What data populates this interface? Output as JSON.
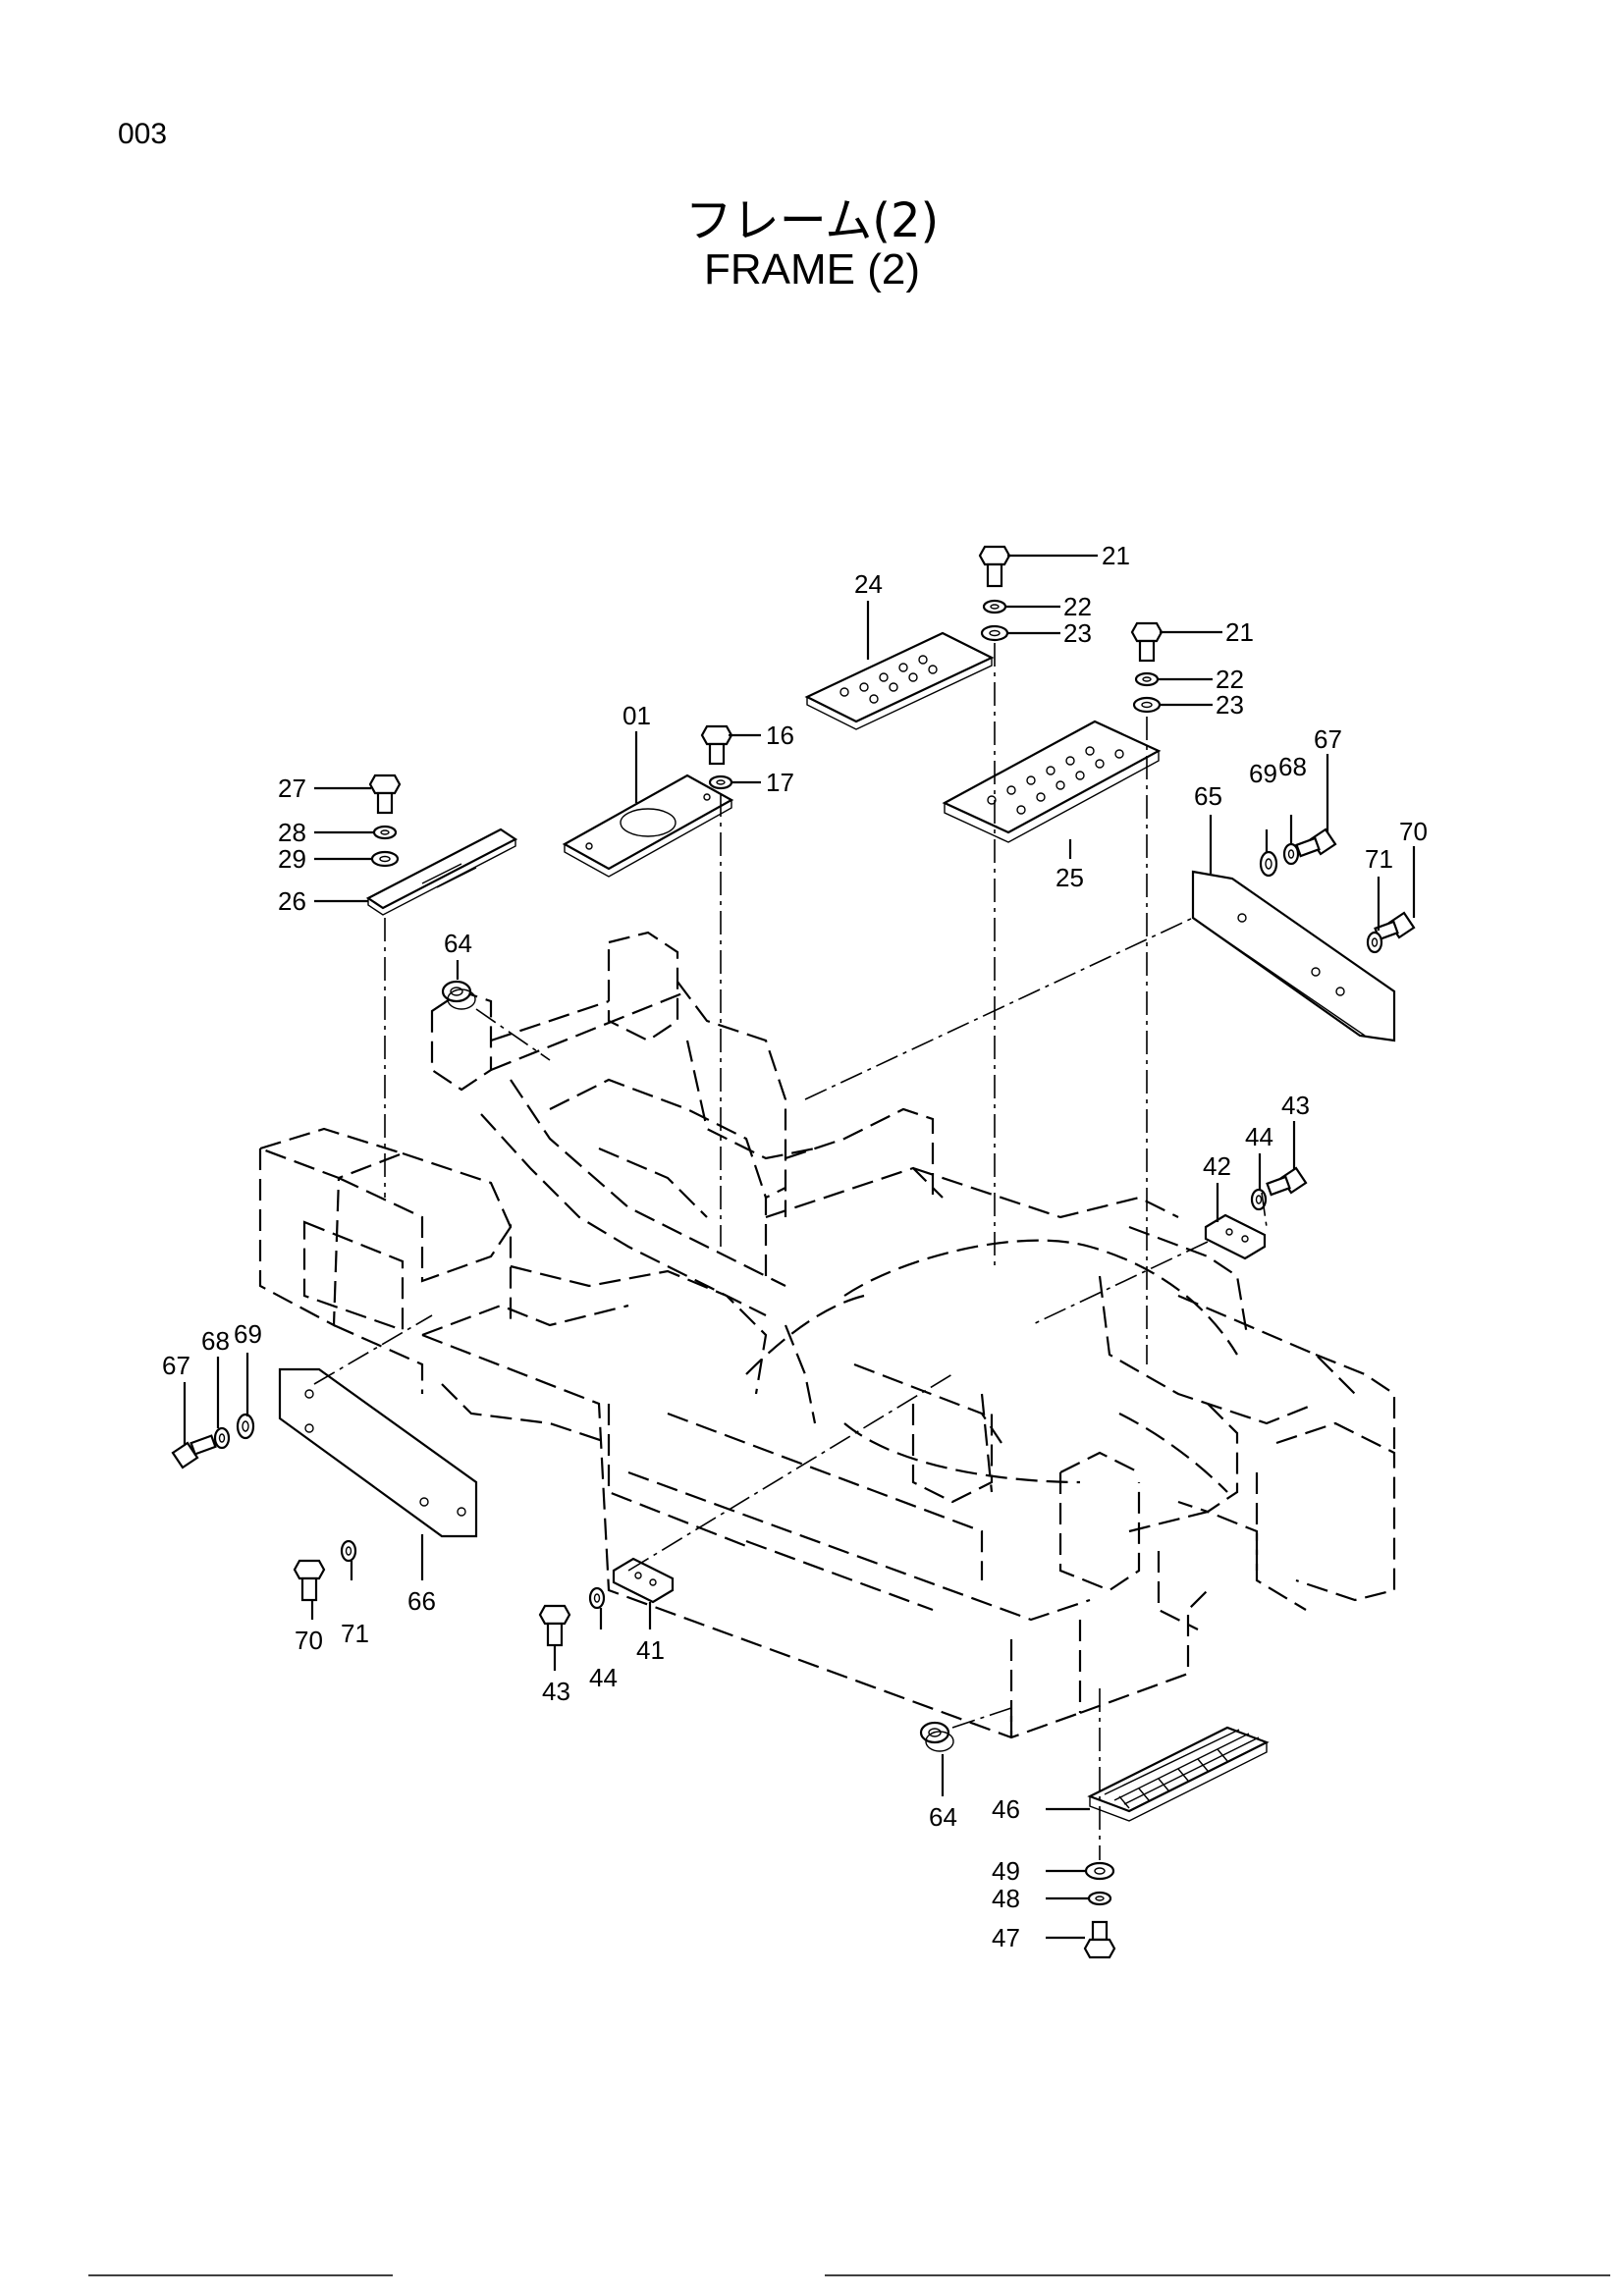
{
  "page_number": "003",
  "title_jp": "フレーム(2)",
  "title_en": "FRAME (2)",
  "part_labels": [
    "01",
    "16",
    "17",
    "21",
    "22",
    "23",
    "21",
    "22",
    "23",
    "24",
    "25",
    "26",
    "27",
    "28",
    "29",
    "64",
    "65",
    "69",
    "68",
    "67",
    "71",
    "70",
    "42",
    "44",
    "43",
    "67",
    "68",
    "69",
    "66",
    "70",
    "71",
    "43",
    "44",
    "41",
    "64",
    "46",
    "49",
    "48",
    "47"
  ]
}
